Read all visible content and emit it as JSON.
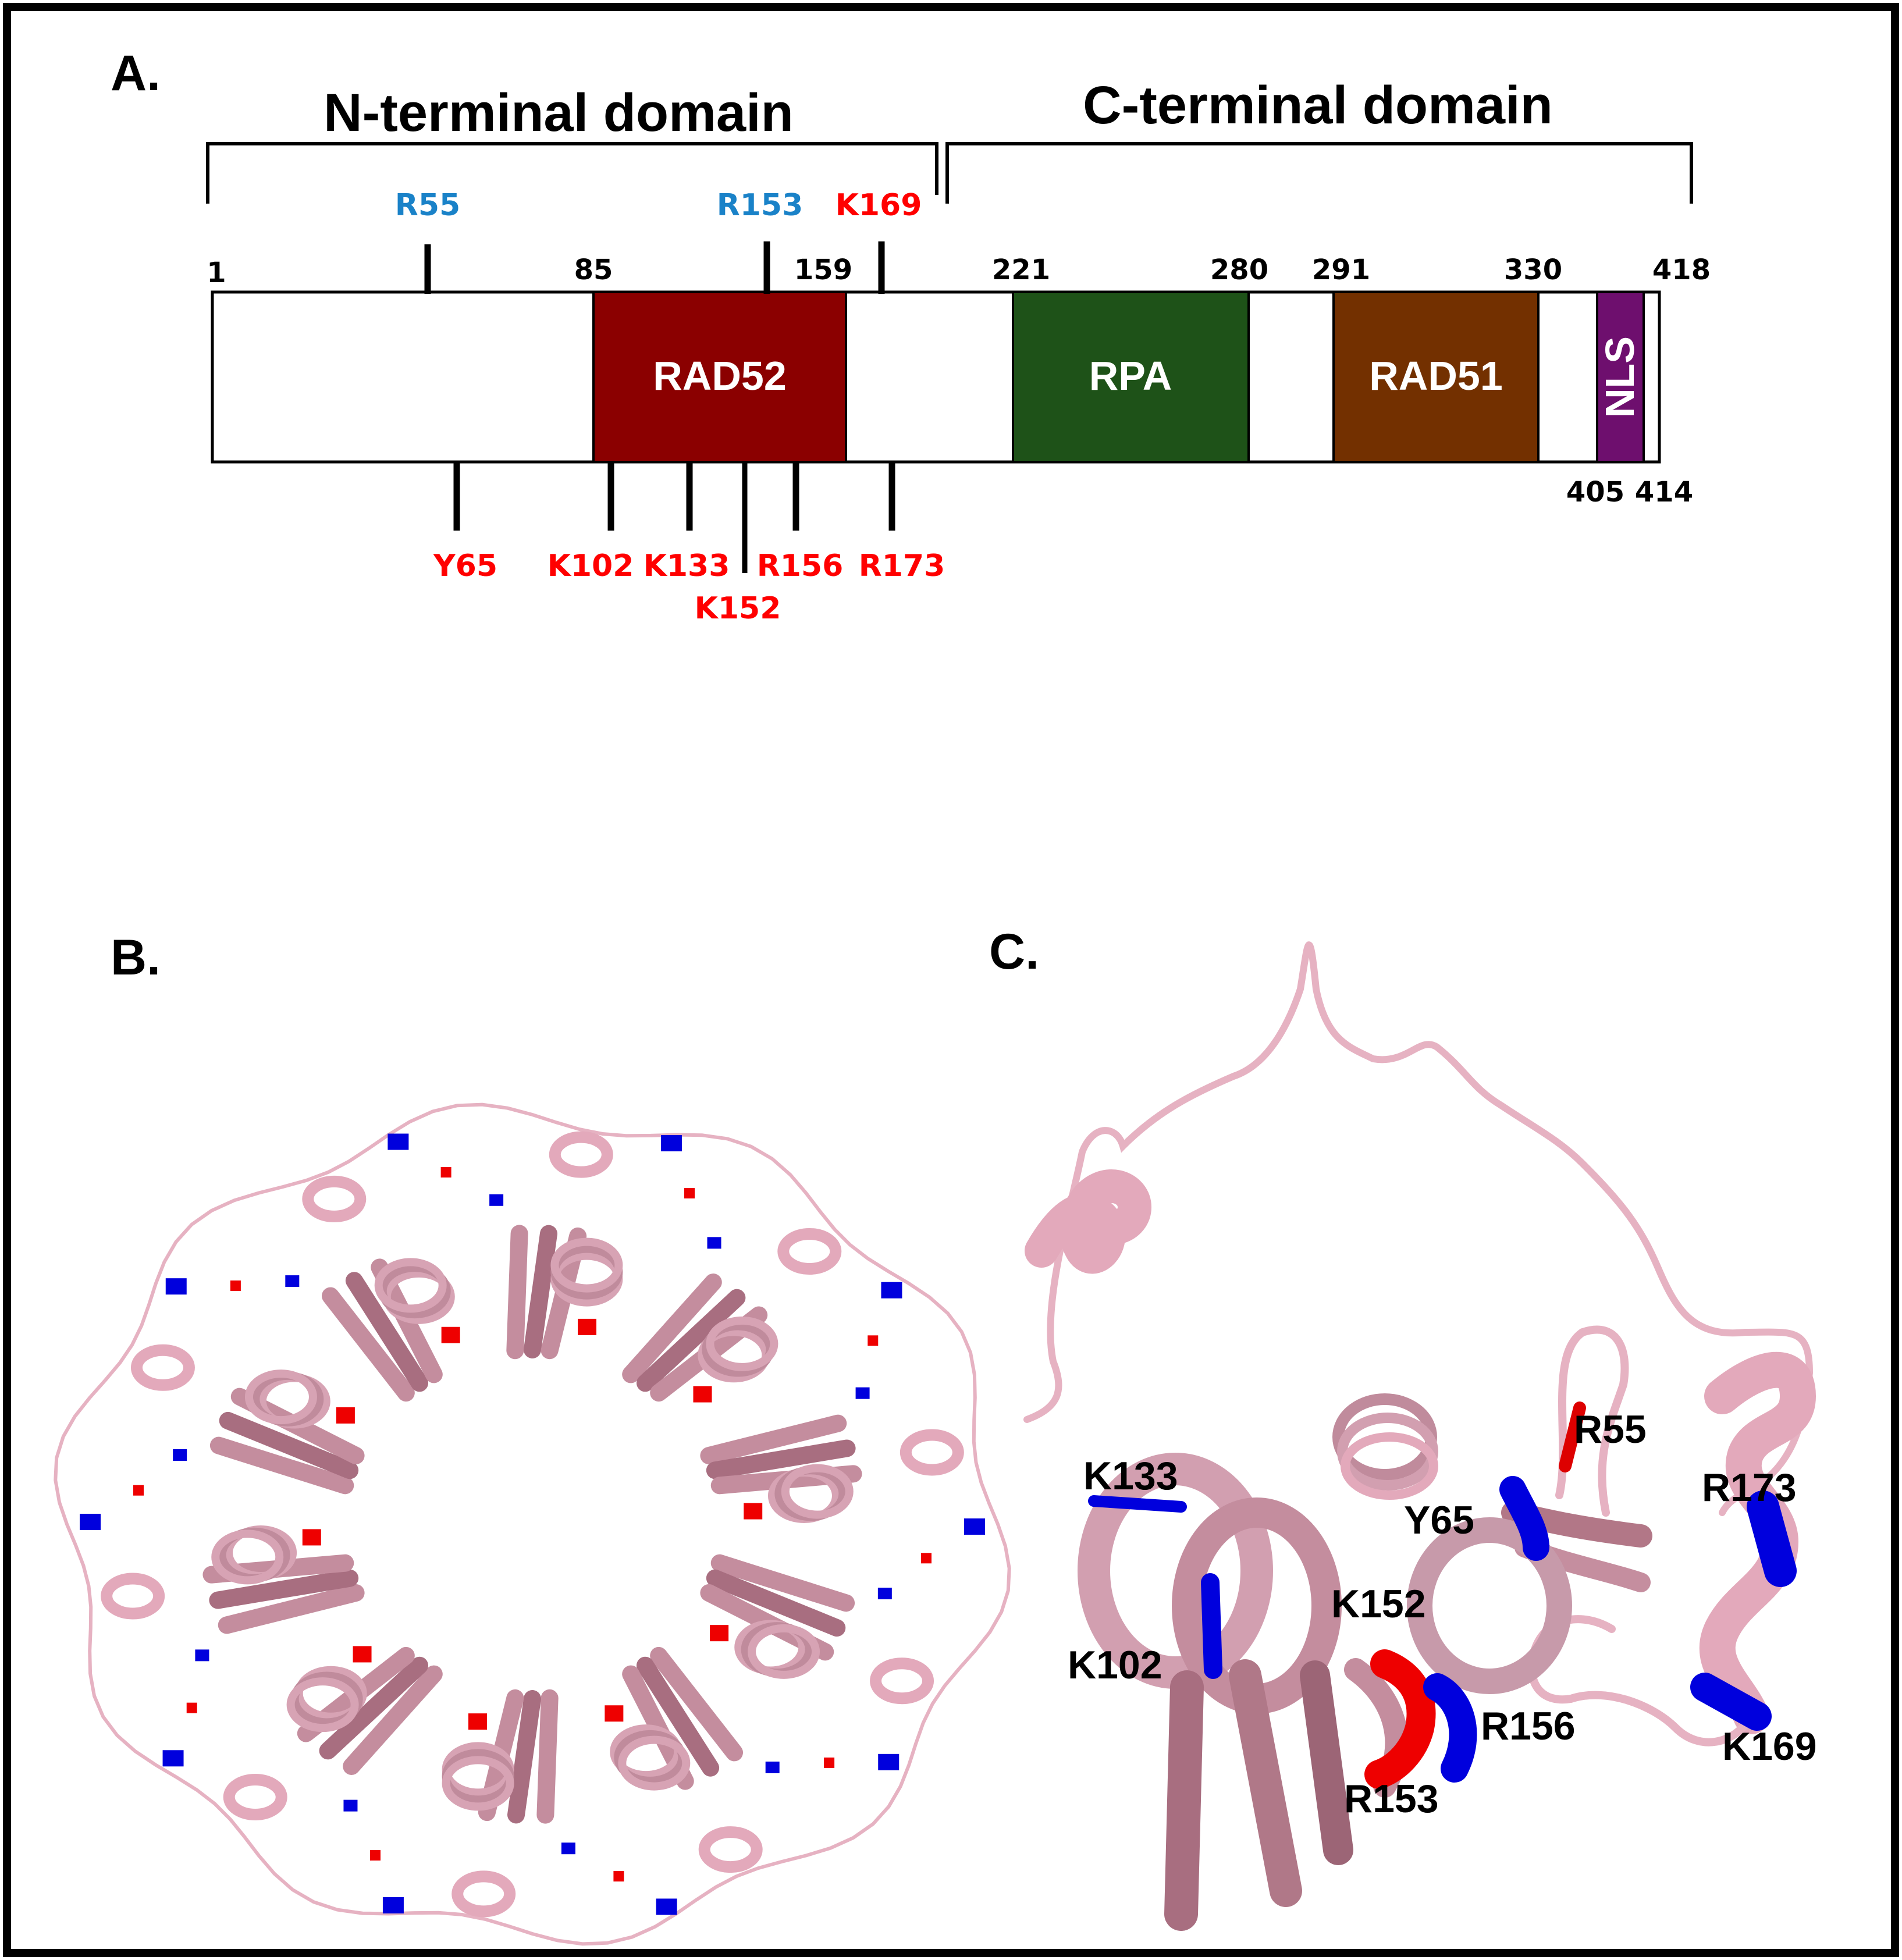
{
  "panels": {
    "a": "A.",
    "b": "B.",
    "c": "C."
  },
  "domains": {
    "n_terminal": "N-terminal domain",
    "c_terminal": "C-terminal domain"
  },
  "positions": {
    "p1": "1",
    "p85": "85",
    "p159": "159",
    "p221": "221",
    "p280": "280",
    "p291": "291",
    "p330": "330",
    "p418": "418",
    "p405": "405",
    "p414": "414"
  },
  "boxes": {
    "rad52": "RAD52",
    "rpa": "RPA",
    "rad51": "RAD51",
    "nls": "NLS"
  },
  "residues_top": {
    "r55": "R55",
    "r153": "R153",
    "k169": "K169"
  },
  "residues_bottom": {
    "y65": "Y65",
    "k102": "K102",
    "k133": "K133",
    "k152": "K152",
    "r156": "R156",
    "r173": "R173"
  },
  "structure_labels": {
    "r55": "R55",
    "k133": "K133",
    "y65": "Y65",
    "r173": "R173",
    "k152": "K152",
    "k102": "K102",
    "r156": "R156",
    "k169": "K169",
    "r153": "R153"
  },
  "colors": {
    "rad52": "#8b0000",
    "rpa": "#1e5218",
    "rad51": "#733000",
    "nls": "#6e0f6e",
    "residue_red": "#ff0000",
    "residue_blue": "#1a82c8",
    "cartoon_pink": "#e8b4c4",
    "cartoon_dark": "#b07888",
    "highlight_blue": "#0000dd",
    "highlight_red": "#ee0000"
  }
}
